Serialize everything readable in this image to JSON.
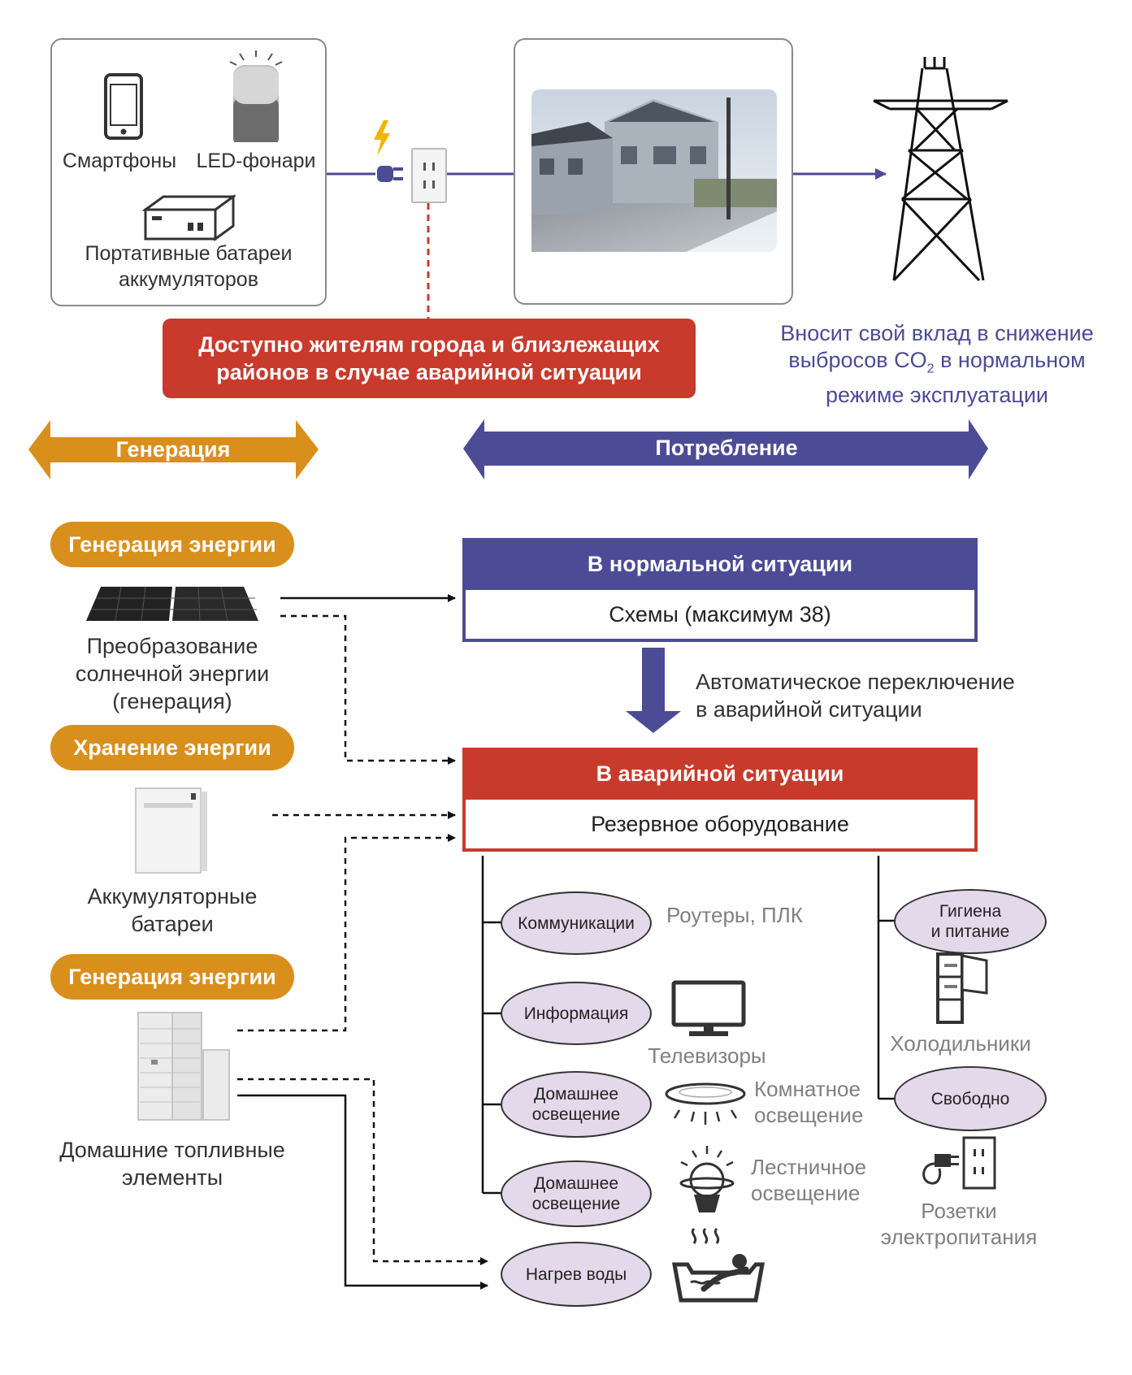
{
  "top": {
    "devices": {
      "smartphones": "Смартфоны",
      "led_lanterns": "LED-фонари",
      "portable_batteries": "Портативные батареи\nаккумуляторов"
    },
    "public_access_banner": "Доступно жителям города и близлежащих\nрайонов в случае аварийной ситуации",
    "co2_note": {
      "line1": "Вносит свой вклад в снижение",
      "line2_pre": "выбросов CO",
      "line2_sub": "2",
      "line2_post": " в нормальном",
      "line3": "режиме эксплуатации"
    }
  },
  "arrows": {
    "generation": "Генерация",
    "consumption": "Потребление"
  },
  "sources": {
    "pill_solar": "Генерация энергии",
    "solar_label": "Преобразование\nсолнечной энергии\n(генерация)",
    "pill_storage": "Хранение энергии",
    "storage_label": "Аккумуляторные\nбатареи",
    "pill_fuel": "Генерация энергии",
    "fuel_label": "Домашние топливные\nэлементы"
  },
  "normal_box": {
    "header": "В нормальной ситуации",
    "body": "Схемы (максимум 38)"
  },
  "switch_note": "Автоматическое переключение\nв аварийной ситуации",
  "emergency_box": {
    "header": "В аварийной ситуации",
    "body": "Резервное оборудование"
  },
  "loads_left": [
    {
      "oval": "Коммуникации",
      "label": "Роутеры, ПЛК",
      "icon": "router-icon"
    },
    {
      "oval": "Информация",
      "label": "Телевизоры",
      "icon": "tv-icon"
    },
    {
      "oval": "Домашнее\nосвещение",
      "label": "Комнатное\nосвещение",
      "icon": "ceiling-light-icon"
    },
    {
      "oval": "Домашнее\nосвещение",
      "label": "Лестничное\nосвещение",
      "icon": "stair-light-icon"
    }
  ],
  "loads_right": [
    {
      "oval": "Гигиена\nи питание",
      "label": "Холодильники",
      "icon": "fridge-icon"
    },
    {
      "oval": "Свободно",
      "label": "Розетки\nэлектропитания",
      "icon": "outlet-icon"
    }
  ],
  "water_heating": {
    "oval": "Нагрев воды",
    "icon": "bath-icon"
  },
  "colors": {
    "orange": "#d98f1c",
    "blue": "#4c4b95",
    "red": "#c83a2c",
    "oval_fill": "#e3d9ea"
  }
}
